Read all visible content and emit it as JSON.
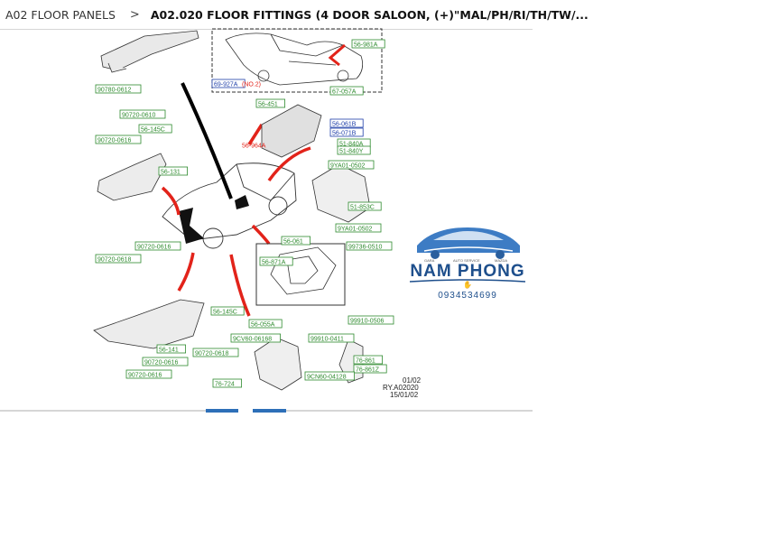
{
  "breadcrumb": {
    "section": "A02 FLOOR PANELS",
    "separator": ">",
    "current": "A02.020 FLOOR FITTINGS (4 DOOR SALOON, (+)\"MAL/PH/RI/TH/TW/..."
  },
  "diagram": {
    "part_labels": [
      "56-981A",
      "69-927A",
      "(NO.2)",
      "67-057A",
      "90780-0612",
      "90720-0610",
      "56-145C",
      "90720-0616",
      "56-131",
      "56-451",
      "56-061B",
      "56-071B",
      "56-964A",
      "51-840A",
      "51-840Y",
      "9YA01-0502",
      "51-853C",
      "9YA01-0502",
      "99736-0510",
      "56-061",
      "56-871A",
      "90720-0618",
      "90720-0616",
      "56-145C",
      "56-055A",
      "9CV60-06168",
      "99910-0411",
      "99910-0506",
      "56-141",
      "90720-0616",
      "90720-0616",
      "90720-0618",
      "76-861",
      "76-861Z",
      "9CN60-04128",
      "76-724"
    ],
    "stamp": [
      "01/02",
      "RY.A02020",
      "15/01/02"
    ]
  },
  "watermark": {
    "brand": "NAM PHONG",
    "phone": "0934534699",
    "arc_left": "GARA",
    "arc_mid": "AUTO SERVICE",
    "arc_right": "MAZDA"
  },
  "colors": {
    "accent": "#2d6fb8",
    "callout_red": "#e2231a",
    "label_green": "#2e8b2e",
    "label_blue": "#1e3ea8"
  },
  "icons": {
    "breadcrumb_separator": "chevron-right-icon"
  }
}
